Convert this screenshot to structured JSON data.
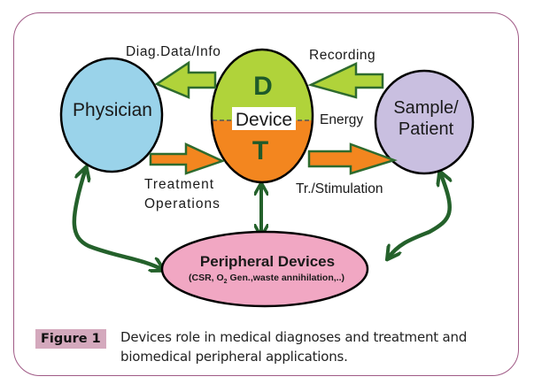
{
  "figure": {
    "badge": "Figure 1",
    "caption": "Devices role in medical diagnoses and treatment and biomedical peripheral applications."
  },
  "nodes": {
    "physician": {
      "label": "Physician",
      "color": "#9ad3ea"
    },
    "device": {
      "label": "Device",
      "top_letter": "D",
      "bottom_letter": "T",
      "top_color": "#b0d33a",
      "bottom_color": "#f3861f"
    },
    "patient": {
      "label_line1": "Sample/",
      "label_line2": "Patient",
      "color": "#c9bfe0"
    },
    "peripheral": {
      "title": "Peripheral Devices",
      "subtitle_pre": "(CSR, O",
      "subtitle_sub": "2",
      "subtitle_post": " Gen.,waste annihilation,..)",
      "color": "#f1a7c3"
    }
  },
  "edges": {
    "diag_data": "Diag.Data/Info",
    "recording": "Recording",
    "energy": "Energy",
    "treatment_line1": "Treatment",
    "treatment_line2": "Operations",
    "stimulation": "Tr./Stimulation"
  },
  "colors": {
    "frame": "#a05a86",
    "arrow_outline": "#2e6b2e",
    "connector": "#24612b",
    "green_arrow": "#b0d33a",
    "orange_arrow": "#f3861f"
  }
}
